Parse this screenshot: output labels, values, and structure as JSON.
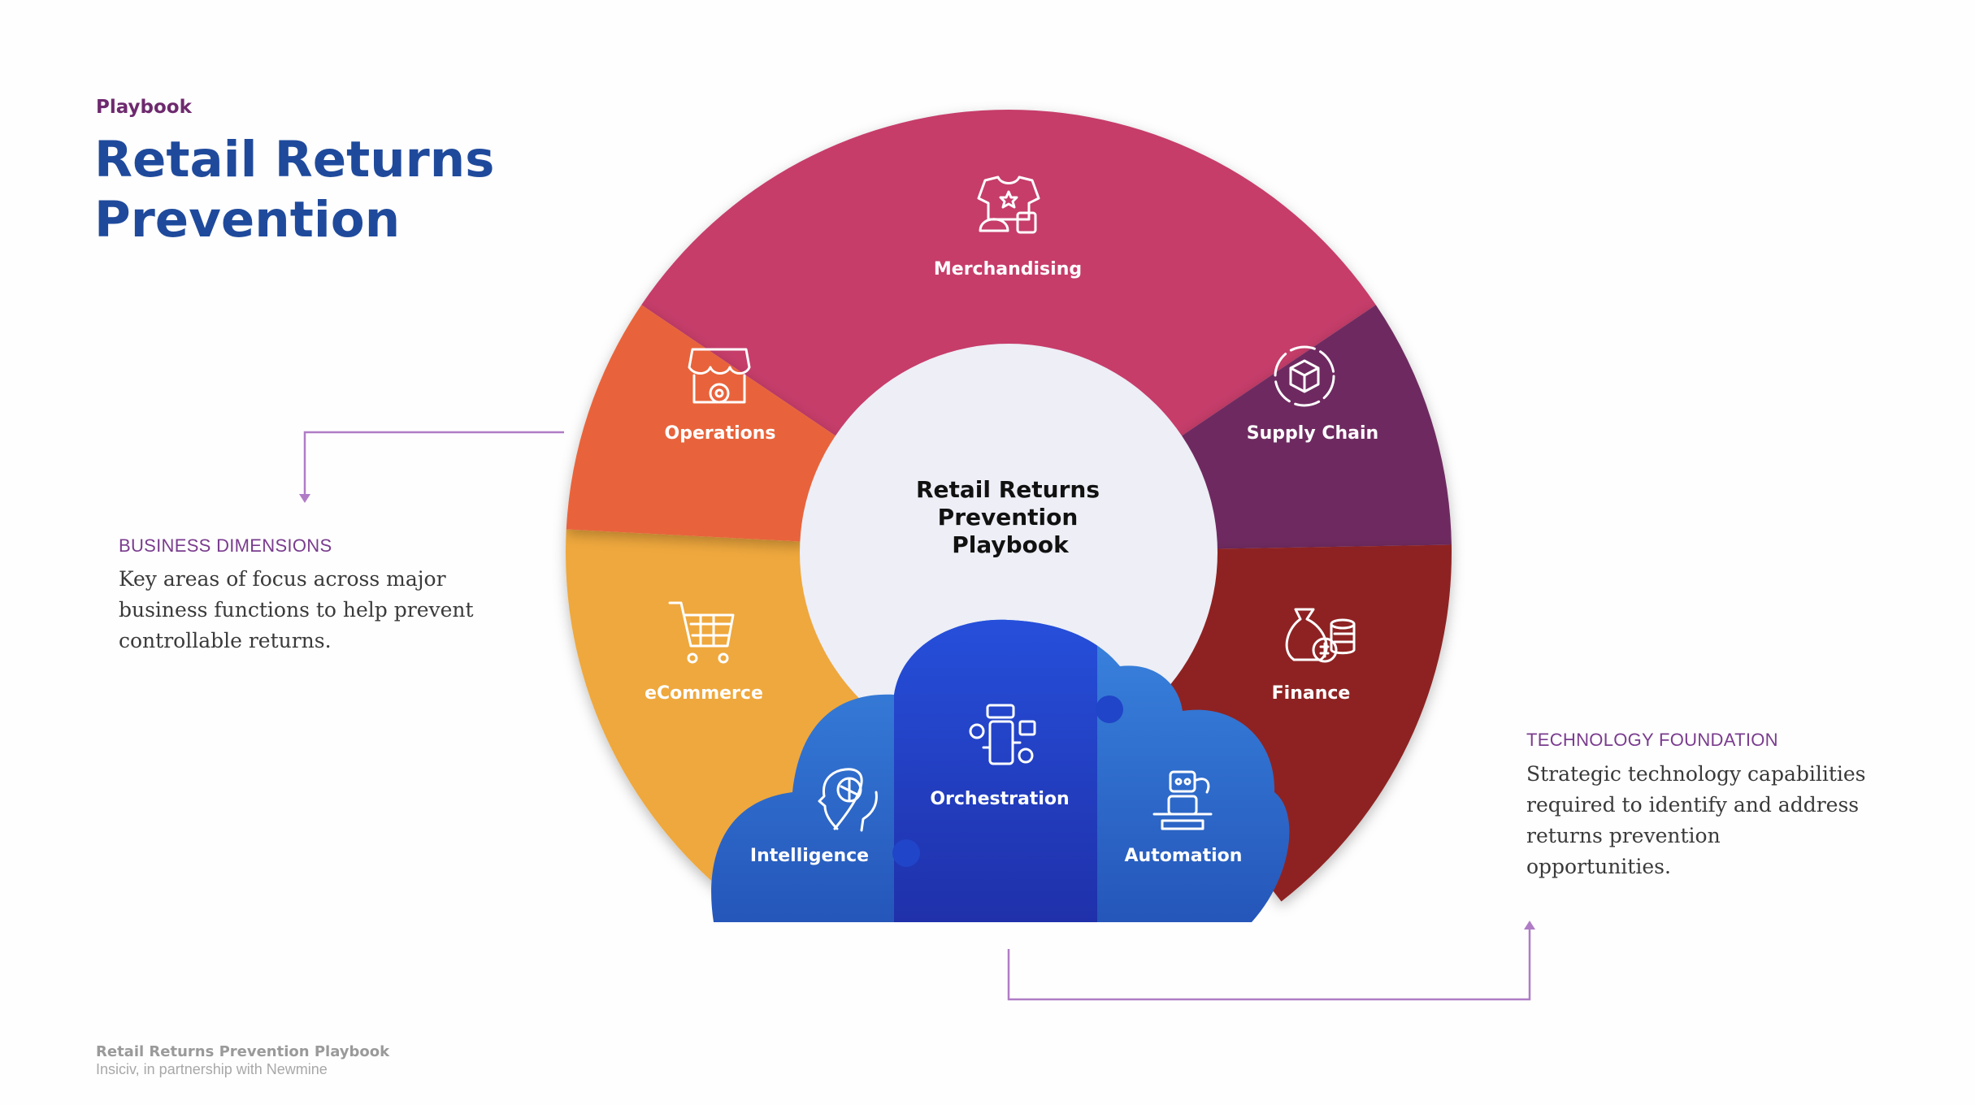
{
  "header": {
    "kicker": "Playbook",
    "title_line1": "Retail Returns",
    "title_line2": "Prevention"
  },
  "center": {
    "line1": "Retail Returns",
    "line2": "Prevention",
    "line3": "Playbook"
  },
  "dimensions": [
    {
      "label": "Merchandising",
      "color": "#c63e6b",
      "icon": "apparel-icon"
    },
    {
      "label": "Supply Chain",
      "color": "#6e2a60",
      "icon": "box-cycle-icon"
    },
    {
      "label": "Finance",
      "color": "#8e2020",
      "icon": "money-bag-icon"
    },
    {
      "label": "eCommerce",
      "color": "#efa83c",
      "icon": "shopping-cart-icon"
    },
    {
      "label": "Operations",
      "color": "#e8643a",
      "icon": "storefront-gear-icon"
    }
  ],
  "technology": [
    {
      "label": "Intelligence",
      "icon": "brain-head-icon"
    },
    {
      "label": "Orchestration",
      "icon": "phone-network-icon"
    },
    {
      "label": "Automation",
      "icon": "robot-icon"
    }
  ],
  "notes": {
    "business": {
      "label": "BUSINESS DIMENSIONS",
      "lines": [
        "Key areas of focus across major",
        "business functions to help prevent",
        "controllable returns."
      ]
    },
    "technology": {
      "label": "TECHNOLOGY FOUNDATION",
      "lines": [
        "Strategic technology capabilities",
        "required to identify and address",
        "returns prevention",
        "opportunities."
      ]
    }
  },
  "footer": {
    "title": "Retail Returns Prevention Playbook",
    "subtitle": "Insiciv, in partnership with Newmine"
  },
  "colors": {
    "accent_purple": "#7a3c8e",
    "title_blue": "#1f4a9c",
    "center_fill": "#edeef6",
    "cloud_light": "#2f72d6",
    "cloud_mid": "#2045c8",
    "connector": "#b07cc6"
  }
}
